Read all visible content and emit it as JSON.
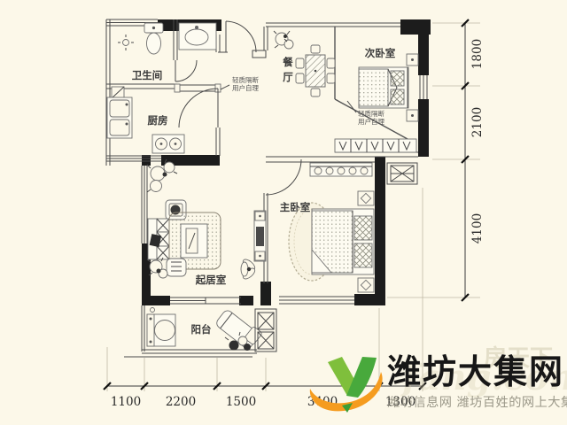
{
  "page": {
    "background_color": "#FCF8E9"
  },
  "floor_plan": {
    "rooms": {
      "bathroom": "卫生间",
      "kitchen": "厨房",
      "dining": "餐厅",
      "secondary_bedroom": "次卧室",
      "master_bedroom": "主卧室",
      "living_room": "起居室",
      "balcony": "阳台"
    },
    "dining_label_chars": [
      "餐",
      "厅"
    ],
    "partition_notes": [
      {
        "line1": "轻质隔断",
        "line2": "用户自理"
      },
      {
        "line1": "轻质隔断",
        "line2": "用户自理"
      }
    ],
    "dimensions_bottom": [
      "1100",
      "2200",
      "1500",
      "3400",
      "1300"
    ],
    "dimensions_right": [
      "1800",
      "2100",
      "4100"
    ]
  },
  "watermark": {
    "site_name": "潍坊大集网",
    "tagline": "潍坊信息网 潍坊百姓的网上大集",
    "background_text": "房天下",
    "background_text2": "fang.com",
    "colors": {
      "logo_green_light": "#7FBF3C",
      "logo_green_dark": "#48A93C",
      "logo_orange": "#F59C1F",
      "title": "#171717",
      "tagline": "#8A8778"
    }
  }
}
